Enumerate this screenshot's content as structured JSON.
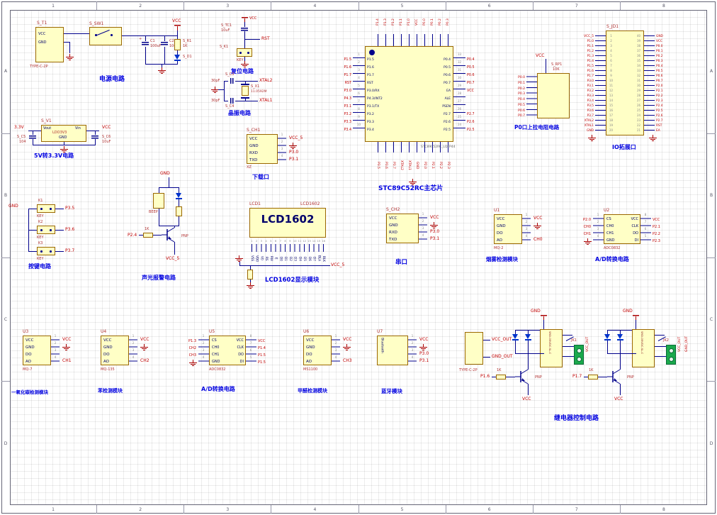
{
  "sheet": {
    "cols": [
      "1",
      "2",
      "3",
      "4",
      "5",
      "6",
      "7",
      "8"
    ],
    "rows": [
      "A",
      "B",
      "C",
      "D"
    ]
  },
  "common": {
    "uart_pins": [
      "VCC",
      "GND",
      "RXD",
      "TXD"
    ],
    "sensor_pins": [
      "VCC",
      "GND",
      "DO",
      "AO"
    ],
    "adc_l": [
      "CS",
      "CH0",
      "CH1",
      "GND"
    ],
    "adc_r": [
      "VCC",
      "CLK",
      "DO",
      "DI"
    ],
    "nums4": [
      "1",
      "2",
      "3",
      "4"
    ],
    "nums4r": [
      "8",
      "7",
      "6",
      "5"
    ]
  },
  "power": {
    "title": "电源电路",
    "t1des": "S_T1",
    "t1pin1": "VCC",
    "t1pin2": "GND",
    "t1val": "TYPE-C-2P",
    "sw1des": "S_SW1",
    "plus": "+",
    "c1des": "C1",
    "c1val": "100uF",
    "c2des": "C2",
    "c2val": "104",
    "r1des": "S_R1",
    "r1val": "1K",
    "d1des": "S_D1",
    "vcc": "VCC"
  },
  "reset": {
    "title": "复位电路",
    "tc1des": "S_TC1",
    "tc1val": "10uF",
    "k1des": "S_K1",
    "k1val": "KEY",
    "rst": "RST",
    "vcc": "VCC"
  },
  "crystal": {
    "title": "晶振电路",
    "c3des": "S_C3",
    "c3val": "30pF",
    "c4des": "S_C4",
    "c4val": "30pF",
    "x1des": "S_X1",
    "x1val": "11.0592M",
    "xtal1": "XTAL1",
    "xtal2": "XTAL2"
  },
  "ldo": {
    "title": "5V转3.3V电路",
    "v1des": "S_V1",
    "v1val": "LDO3V3",
    "pin_out": "Vout",
    "pin_gnd": "GND",
    "pin_in": "Vin",
    "c5des": "S_C5",
    "c5val": "104",
    "c6des": "S_C6",
    "c6val": "10uF",
    "out_net": "3.3V",
    "in_net": "VCC"
  },
  "download": {
    "title": "下载口",
    "des": "S_CH1",
    "val": "XZ",
    "vcc": "VCC_5",
    "rx": "P3.0",
    "tx": "P3.1"
  },
  "mcu": {
    "title": "STC89C52RC主芯片",
    "value": "STC89C52RC_LQFP44",
    "left_names": [
      "P1.5",
      "P1.6",
      "P1.7",
      "RST",
      "P3.0/RX",
      "P4.3/INT2",
      "P3.1/TX",
      "P3.2",
      "P3.3",
      "P3.4"
    ],
    "left_nets": [
      "P1.5",
      "P1.6",
      "P1.7",
      "RST",
      "P3.0",
      "P4.3",
      "P3.1",
      "P3.2",
      "P3.3",
      "P3.4"
    ],
    "left_nums": [
      "1",
      "2",
      "3",
      "4",
      "5",
      "6",
      "7",
      "8",
      "9",
      "10"
    ],
    "right_names": [
      "P0.4",
      "P0.5",
      "P0.6",
      "P0.7",
      "EA",
      "ALE",
      "PSEN",
      "P2.7",
      "P2.6",
      "P2.5"
    ],
    "right_nets": [
      "P0.4",
      "P0.5",
      "P0.6",
      "P0.7",
      "VCC",
      "",
      "",
      "P2.7",
      "P2.6",
      "P2.5"
    ],
    "right_nums": [
      "33",
      "32",
      "31",
      "30",
      "29",
      "28",
      "27",
      "26",
      "25",
      "24"
    ],
    "top_nets": [
      "P1.4",
      "P1.3",
      "P1.2",
      "P1.1",
      "P1.0",
      "VCC",
      "P0.0",
      "P0.1",
      "P0.2",
      "P0.3"
    ],
    "bottom_nets": [
      "P3.5",
      "P3.6",
      "P3.7",
      "XTAL2",
      "XTAL1",
      "GND",
      "P2.0",
      "P2.1",
      "P2.2",
      "P2.3"
    ]
  },
  "pullup": {
    "title": "P0口上拉电阻电路",
    "des": "S_RP1",
    "val": "10K",
    "vcc": "VCC",
    "nets": [
      "P0.0",
      "P0.1",
      "P0.2",
      "P0.3",
      "P0.4",
      "P0.5",
      "P0.6",
      "P0.7"
    ]
  },
  "io": {
    "title": "IO拓展口",
    "des": "S_JD1",
    "left_nums": [
      "1",
      "2",
      "3",
      "4",
      "5",
      "6",
      "7",
      "8",
      "9",
      "10",
      "11",
      "12",
      "13",
      "14",
      "15",
      "16",
      "17",
      "18",
      "19",
      "20"
    ],
    "right_nums": [
      "40",
      "39",
      "38",
      "37",
      "36",
      "35",
      "34",
      "33",
      "32",
      "31",
      "30",
      "29",
      "28",
      "27",
      "26",
      "25",
      "24",
      "23",
      "22",
      "21"
    ],
    "left_nets": [
      "VCC_5",
      "P1.0",
      "P1.1",
      "P1.2",
      "P1.3",
      "P1.4",
      "P1.5",
      "P1.6",
      "P1.7",
      "P3.0",
      "P3.1",
      "P3.2",
      "P3.3",
      "P3.4",
      "P3.5",
      "P3.6",
      "P3.7",
      "XTAL2",
      "XTAL1",
      "GND"
    ],
    "right_nets": [
      "GND",
      "VCC",
      "P0.0",
      "P0.1",
      "P0.2",
      "P0.3",
      "P0.4",
      "P0.5",
      "P0.6",
      "P0.7",
      "P2.0",
      "P2.1",
      "P2.2",
      "P2.3",
      "P2.4",
      "P2.5",
      "P2.6",
      "P2.7",
      "RST",
      "EA"
    ]
  },
  "keys": {
    "title": "按键电路",
    "gnd": "GND",
    "items": [
      {
        "des": "K1",
        "val": "KEY",
        "net": "P3.5"
      },
      {
        "des": "K2",
        "val": "KEY",
        "net": "P3.6"
      },
      {
        "des": "K3",
        "val": "KEY",
        "net": "P3.7"
      }
    ]
  },
  "alarm": {
    "title": "声光报警电路",
    "gnd": "GND",
    "beep": "BEEP",
    "pnp": "PNP",
    "res": "1K",
    "net": "P2.4",
    "vcc": "VCC_5"
  },
  "lcd": {
    "title": "LCD1602显示模块",
    "des": "LCD1",
    "val": "LCD1602",
    "display": "LCD1602",
    "vcc": "VCC_5",
    "pin_nums": [
      "1",
      "2",
      "3",
      "4",
      "5",
      "6",
      "7",
      "8",
      "9",
      "10",
      "11",
      "12",
      "13",
      "14",
      "15",
      "16"
    ],
    "pin_names": [
      "VSS",
      "VDD",
      "VO",
      "RS",
      "RW",
      "E",
      "D0",
      "D1",
      "D2",
      "D3",
      "D4",
      "D5",
      "D6",
      "D7",
      "BLA",
      "BLK"
    ]
  },
  "serial": {
    "title": "串口",
    "des": "S_CH2",
    "vcc": "VCC",
    "rx": "P3.0",
    "tx": "P3.1"
  },
  "smoke": {
    "title": "烟雾检测模块",
    "des": "U1",
    "val": "MQ-2",
    "vcc": "VCC",
    "ao": "CH0"
  },
  "adc1": {
    "title": "A/D转换电路",
    "des": "U2",
    "val": "ADC0832",
    "lnets": [
      "P2.0",
      "CH0",
      "CH1",
      ""
    ],
    "rnets": [
      "VCC",
      "P2.1",
      "P2.2",
      "P2.3"
    ]
  },
  "co": {
    "title": "一氧化碳检测模块",
    "des": "U3",
    "val": "MQ-7",
    "vcc": "VCC",
    "ao": "CH1"
  },
  "benzene": {
    "title": "苯检测模块",
    "des": "U4",
    "val": "MQ-135",
    "vcc": "VCC",
    "ao": "CH2"
  },
  "adc2": {
    "title": "A/D转换电路",
    "des": "U5",
    "val": "ADC0832",
    "lnets": [
      "P1.3",
      "CH2",
      "CH3",
      ""
    ],
    "rnets": [
      "VCC",
      "P1.4",
      "P1.5",
      "P1.5"
    ]
  },
  "formaldehyde": {
    "title": "甲醛检测模块",
    "des": "U6",
    "val": "MS1100",
    "vcc": "VCC",
    "ao": "CH3"
  },
  "bluetooth": {
    "title": "蓝牙模块",
    "des": "U7",
    "val": "Bluetooth",
    "vcc": "VCC",
    "tx": "P3.0",
    "rx": "P3.1"
  },
  "relay": {
    "title": "继电器控制电路",
    "conn_val": "TYPE-C-2P",
    "vcc_out": "VCC_OUT",
    "gnd_out": "GND_OUT",
    "relay_val": "SRD-05VDC-SL-C",
    "pnp": "PNP",
    "res": "1K",
    "gnd": "GND",
    "vcc": "VCC",
    "units": [
      {
        "net": "P1.6",
        "jk": "JK1"
      },
      {
        "net": "P1.7",
        "jk": "JK2"
      }
    ]
  }
}
